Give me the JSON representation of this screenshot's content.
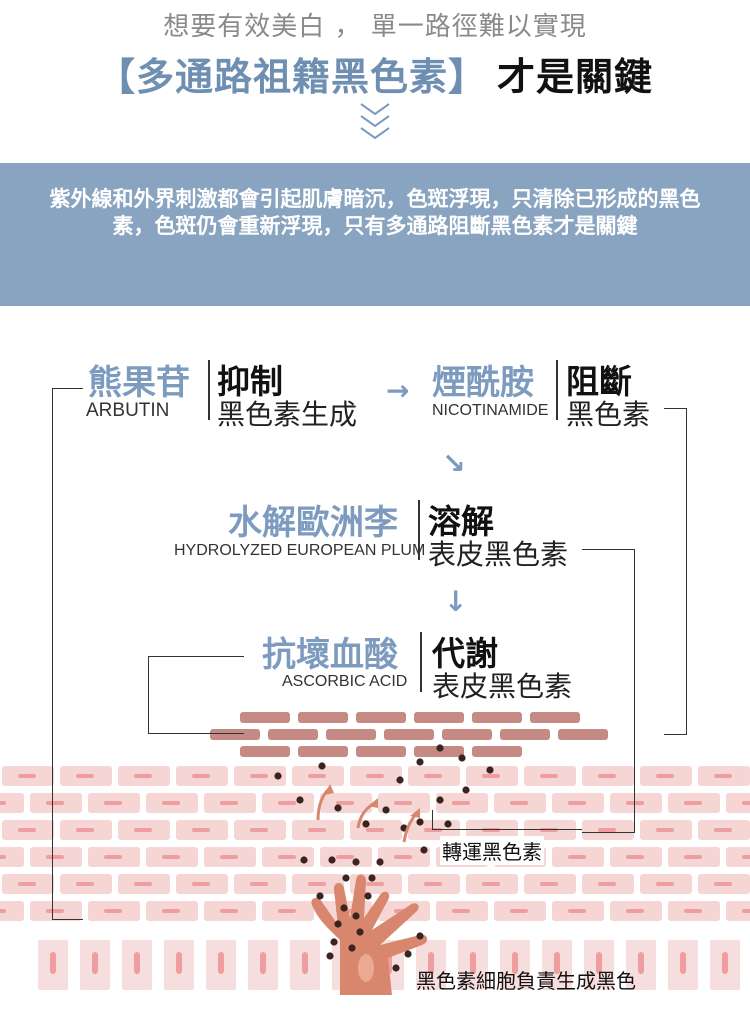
{
  "header": {
    "line1": "想要有效美白 ， 單一路徑難以實現",
    "line2_blue": "【多通路祖籍黑色素】",
    "line2_dark": "才是關鍵"
  },
  "banner": {
    "text": "紫外線和外界刺激都會引起肌膚暗沉，色斑浮現，只清除已形成的黑色素，色斑仍會重新浮現，只有多通路阻斷黑色素才是關鍵"
  },
  "ingredients": [
    {
      "zh": "熊果苷",
      "en": "ARBUTIN",
      "action": "抑制",
      "target": "黑色素生成"
    },
    {
      "zh": "煙酰胺",
      "en": "NICOTINAMIDE",
      "action": "阻斷",
      "target": "黑色素"
    },
    {
      "zh": "水解歐洲李",
      "en": "HYDROLYZED EUROPEAN PLUM",
      "action": "溶解",
      "target": "表皮黑色素"
    },
    {
      "zh": "抗壞血酸",
      "en": "ASCORBIC ACID",
      "action": "代謝",
      "target": "表皮黑色素"
    }
  ],
  "labels": {
    "transport": "轉運黑色素",
    "cell": "黑色素細胞負責生成黑色"
  },
  "colors": {
    "accent_blue": "#7c9bbf",
    "banner": "#89a4c0",
    "brick_dark": "#c58a83",
    "brick_light": "#f6d5d5",
    "cell": "#d8876e",
    "dot": "#3a2420"
  }
}
